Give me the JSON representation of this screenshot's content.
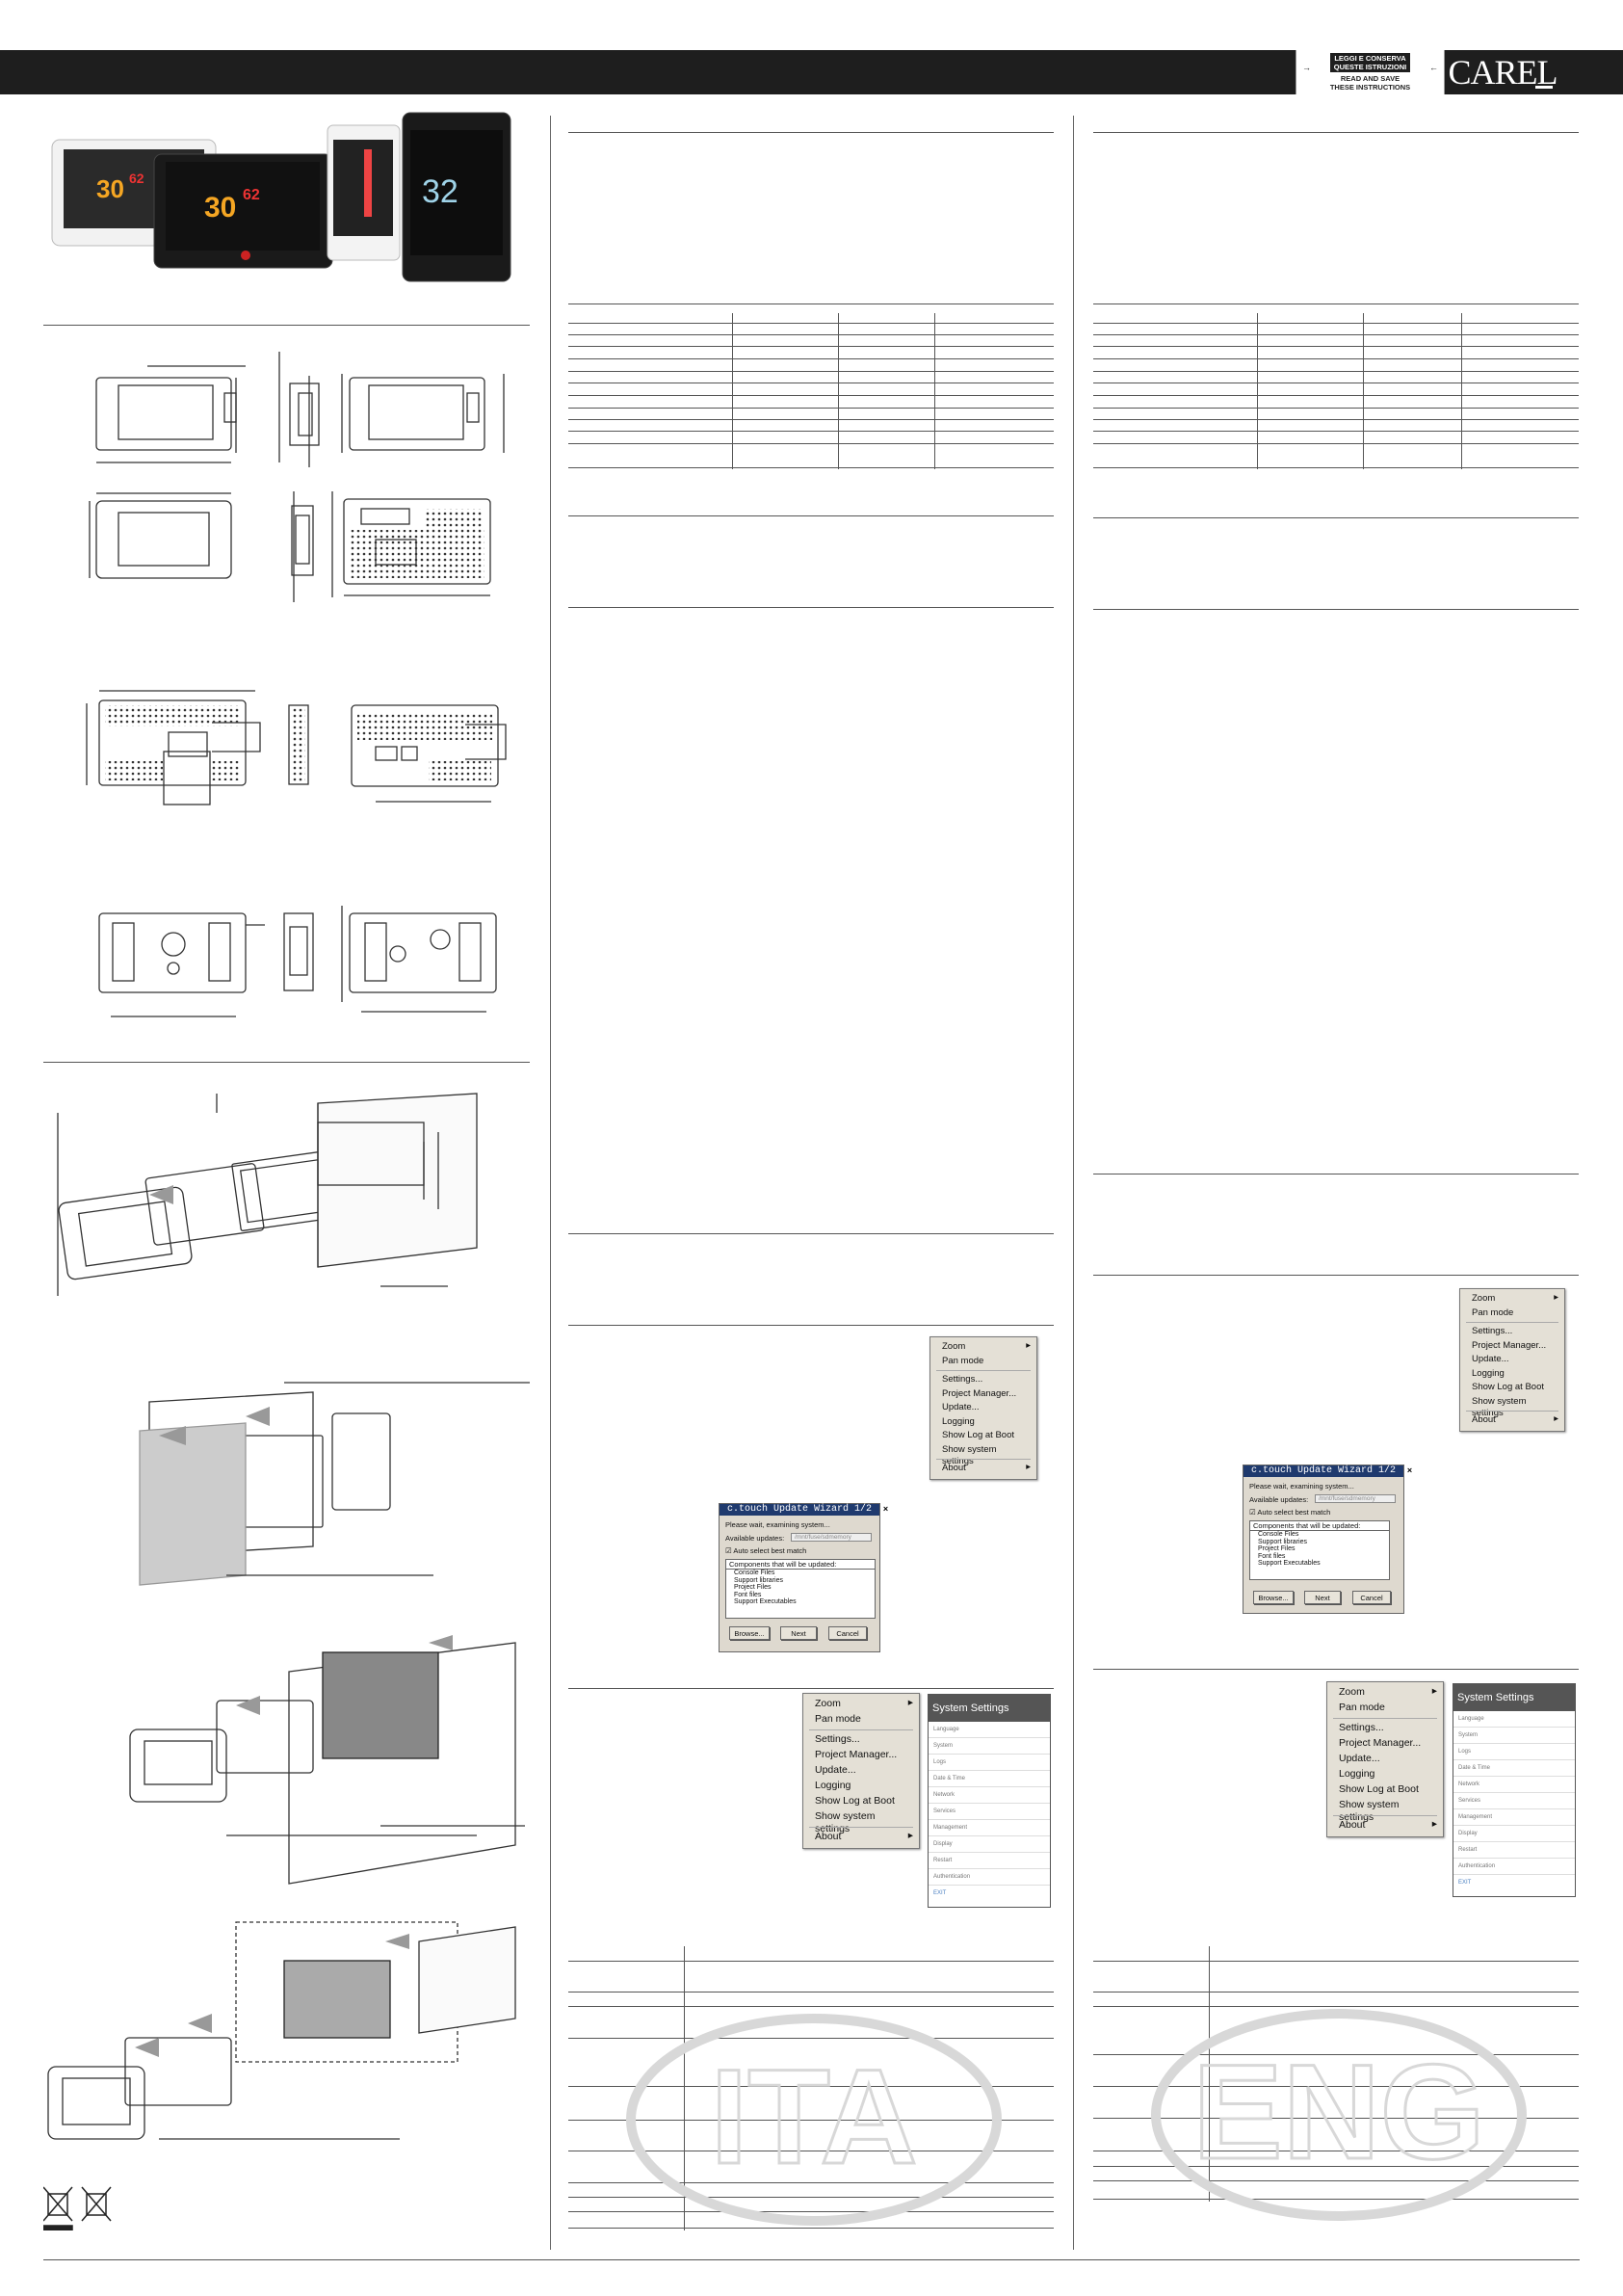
{
  "header": {
    "notice_line1": "LEGGI E CONSERVA",
    "notice_line2": "QUESTE ISTRUZIONI",
    "notice_line3": "READ AND SAVE",
    "notice_line4": "THESE INSTRUCTIONS",
    "brand": "CAREL"
  },
  "product": {
    "display_temp_1": "30",
    "display_hum_1": "62",
    "display_temp_2": "30",
    "display_hum_2": "62",
    "display_temp_3": "32"
  },
  "menu": {
    "items": [
      "Zoom",
      "Pan mode",
      "Settings...",
      "Project Manager...",
      "Update...",
      "Logging",
      "Show Log at Boot",
      "Show system settings",
      "About"
    ]
  },
  "wizard": {
    "title": "c.touch Update Wizard 1/2",
    "close": "×",
    "status": "Please wait, examining system...",
    "available_label": "Available updates:",
    "available_value": "/mnt/fuse/sdmemory",
    "auto_select": "Auto select best match",
    "components_label": "Components that will be updated:",
    "components": [
      "Console Files",
      "Support libraries",
      "Project Files",
      "Font files",
      "Support Executables"
    ],
    "browse": "Browse...",
    "next": "Next",
    "cancel": "Cancel"
  },
  "system_settings": {
    "title": "System Settings",
    "items": [
      "Language",
      "System",
      "Logs",
      "Date & Time",
      "Network",
      "Services",
      "Management",
      "Display",
      "Restart",
      "Authentication",
      "EXIT"
    ]
  },
  "watermarks": {
    "left": "ITA",
    "right": "ENG"
  }
}
